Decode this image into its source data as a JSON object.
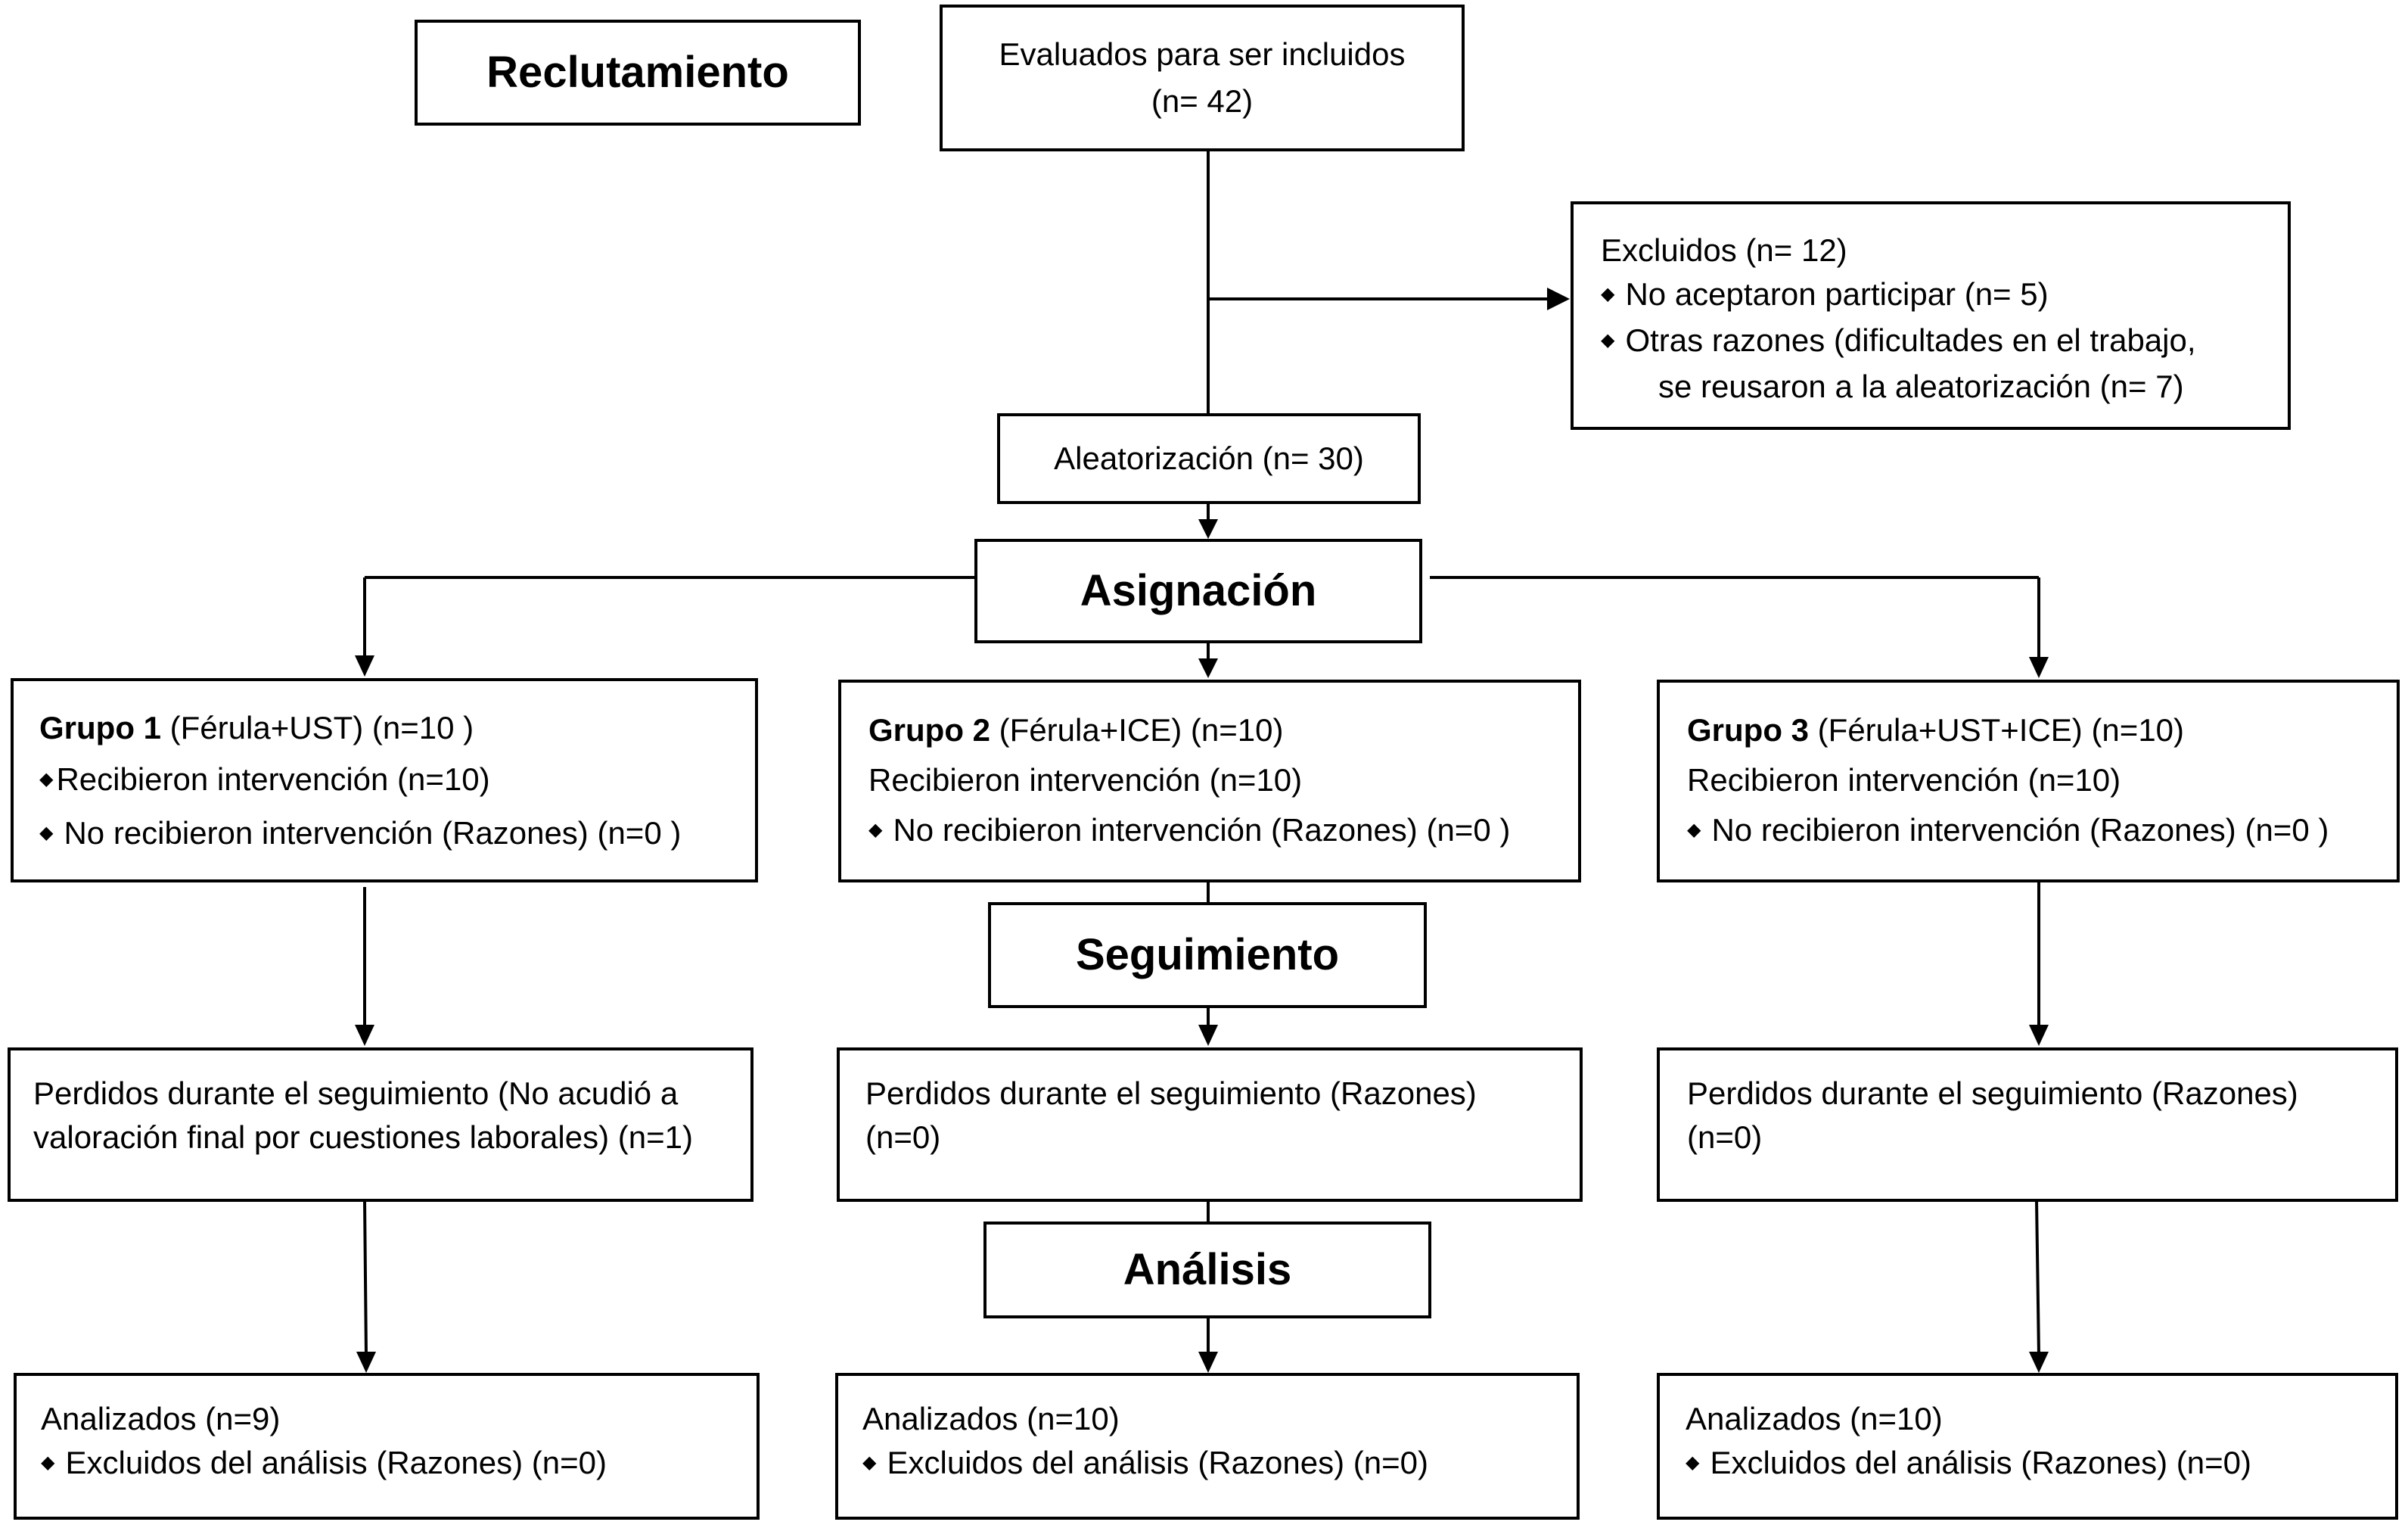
{
  "stages": {
    "recruitment": "Reclutamiento",
    "allocation": "Asignación",
    "followup": "Seguimiento",
    "analysis": "Análisis"
  },
  "assessed": {
    "line1": "Evaluados para ser incluidos",
    "line2": "(n= 42)"
  },
  "excluded": {
    "title": "Excluidos (n= 12)",
    "bullet": "◆",
    "reason1": "No aceptaron participar (n= 5)",
    "reason2_line1": "Otras razones (dificultades en el trabajo,",
    "reason2_line2": "se reusaron a la aleatorización (n= 7)"
  },
  "randomization": {
    "label": "Aleatorización (n= 30)"
  },
  "groups": [
    {
      "name": "Grupo 1",
      "detail": " (Férula+UST) (n=10  )",
      "received": "Recibieron intervención (n=10)",
      "not_received": "No recibieron intervención (Razones) (n=0 )",
      "lost_line1": "Perdidos durante el seguimiento (No acudió a",
      "lost_line2": "valoración final por cuestiones laborales) (n=1)",
      "analyzed": "Analizados  (n=9)",
      "excluded_analysis": "Excluidos del análisis (Razones) (n=0)"
    },
    {
      "name": "Grupo 2",
      "detail": " (Férula+ICE) (n=10)",
      "received": "Recibieron intervención (n=10)",
      "not_received": "No recibieron intervención (Razones) (n=0 )",
      "lost_line1": "Perdidos durante el seguimiento (Razones)",
      "lost_line2": "(n=0)",
      "analyzed": "Analizados  (n=10)",
      "excluded_analysis": "Excluidos del análisis (Razones) (n=0)"
    },
    {
      "name": "Grupo 3",
      "detail": " (Férula+UST+ICE) (n=10)",
      "received": "Recibieron intervención (n=10)",
      "not_received": "No recibieron intervención (Razones) (n=0 )",
      "lost_line1": "Perdidos durante el seguimiento (Razones)",
      "lost_line2": "(n=0)",
      "analyzed": "Analizados  (n=10)",
      "excluded_analysis": "Excluidos del análisis (Razones) (n=0)"
    }
  ]
}
